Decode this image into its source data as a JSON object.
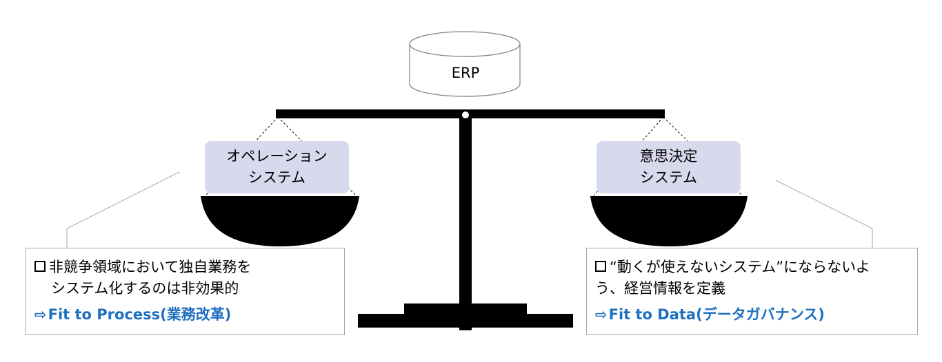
{
  "erp": {
    "label": "ERP"
  },
  "left": {
    "system_line1": "オペレーション",
    "system_line2": "システム",
    "callout_line1": "非競争領域において独自業務を",
    "callout_line2": "システム化するのは非効果的",
    "fit_text": "Fit to Process(業務改革)"
  },
  "right": {
    "system_line1": "意思決定",
    "system_line2": "システム",
    "callout_line1": "“動くが使えないシステム”にならないよ",
    "callout_line2": "う、経営情報を定義",
    "fit_text": "Fit to Data(データガバナンス)"
  },
  "colors": {
    "box_fill": "#d9d9ee",
    "fit_text": "#1f6fbf",
    "callout_border": "#a6a6a6",
    "scale": "#000000"
  },
  "icons": {
    "checkbox": "checkbox-icon",
    "arrow": "right-arrow-icon"
  }
}
